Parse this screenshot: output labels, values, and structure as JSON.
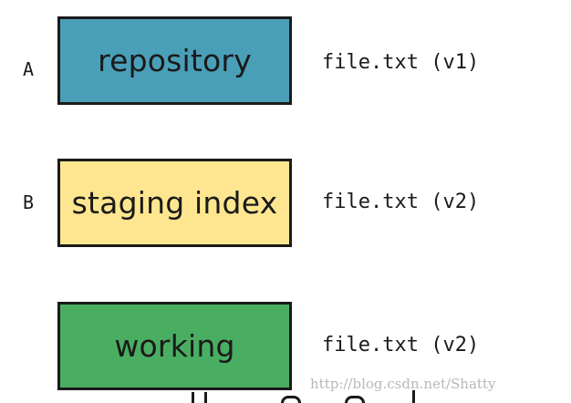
{
  "rows": [
    {
      "letter": "A",
      "stage_label": "repository",
      "fill": "#4a9fb8",
      "file": "file.txt (v1)"
    },
    {
      "letter": "B",
      "stage_label": "staging index",
      "fill": "#fde68f",
      "file": "file.txt (v2)"
    },
    {
      "letter": "",
      "stage_label": "working",
      "fill": "#4aae62",
      "file": "file.txt (v2)"
    }
  ],
  "watermark": "http://blog.csdn.net/Shatty"
}
